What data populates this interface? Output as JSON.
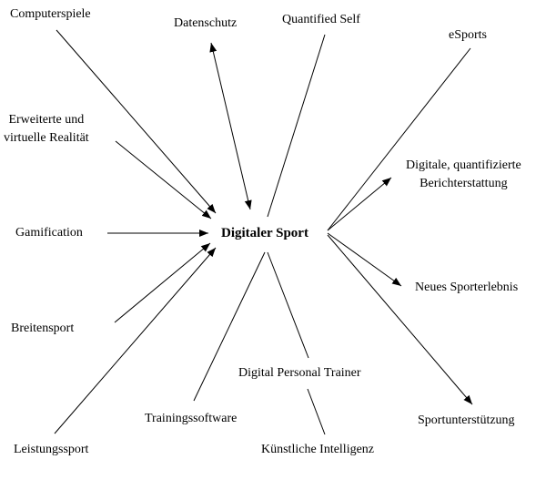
{
  "center": "Digitaler Sport",
  "nodes": {
    "computerspiele": "Computerspiele",
    "datenschutz": "Datenschutz",
    "quantified_self": "Quantified Self",
    "esports": "eSports",
    "erweiterte_line1": "Erweiterte und",
    "erweiterte_line2": "virtuelle Realität",
    "digitale_line1": "Digitale, quantifizierte",
    "digitale_line2": "Berichterstattung",
    "gamification": "Gamification",
    "neues_sporterlebnis": "Neues Sporterlebnis",
    "breitensport": "Breitensport",
    "digital_personal_trainer": "Digital Personal Trainer",
    "trainingssoftware": "Trainingssoftware",
    "sportunterstuetzung": "Sportunterstützung",
    "leistungssport": "Leistungssport",
    "kuenstliche_intelligenz": "Künstliche Intelligenz"
  }
}
